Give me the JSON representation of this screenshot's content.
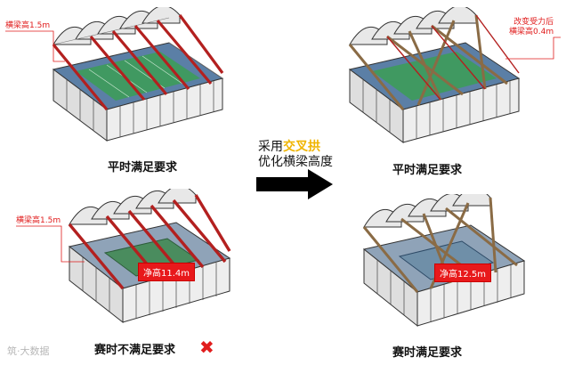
{
  "panels": {
    "top_left": {
      "beam_callout": "横梁高1.5m",
      "caption": "平时满足要求"
    },
    "bottom_left": {
      "beam_callout": "横梁高1.5m",
      "height_badge": "净高11.4m",
      "caption": "赛时不满足要求",
      "status_mark": "✖"
    },
    "top_right": {
      "beam_callout_line1": "改变受力后",
      "beam_callout_line2": "横梁高0.4m",
      "caption": "平时满足要求"
    },
    "bottom_right": {
      "height_badge": "净高12.5m",
      "caption": "赛时满足要求"
    }
  },
  "transition": {
    "line1_prefix": "采用",
    "line1_highlight": "交叉拱",
    "line2": "优化横梁高度"
  },
  "watermark": "筑·大数据",
  "colors": {
    "beam_red": "#b3201f",
    "cross_arch": "#8a6b45",
    "court_green": "#3d9c5a",
    "floor_blue": "#6a8fb5",
    "highlight_gold": "#f0b400",
    "badge_red": "#e8191b"
  }
}
